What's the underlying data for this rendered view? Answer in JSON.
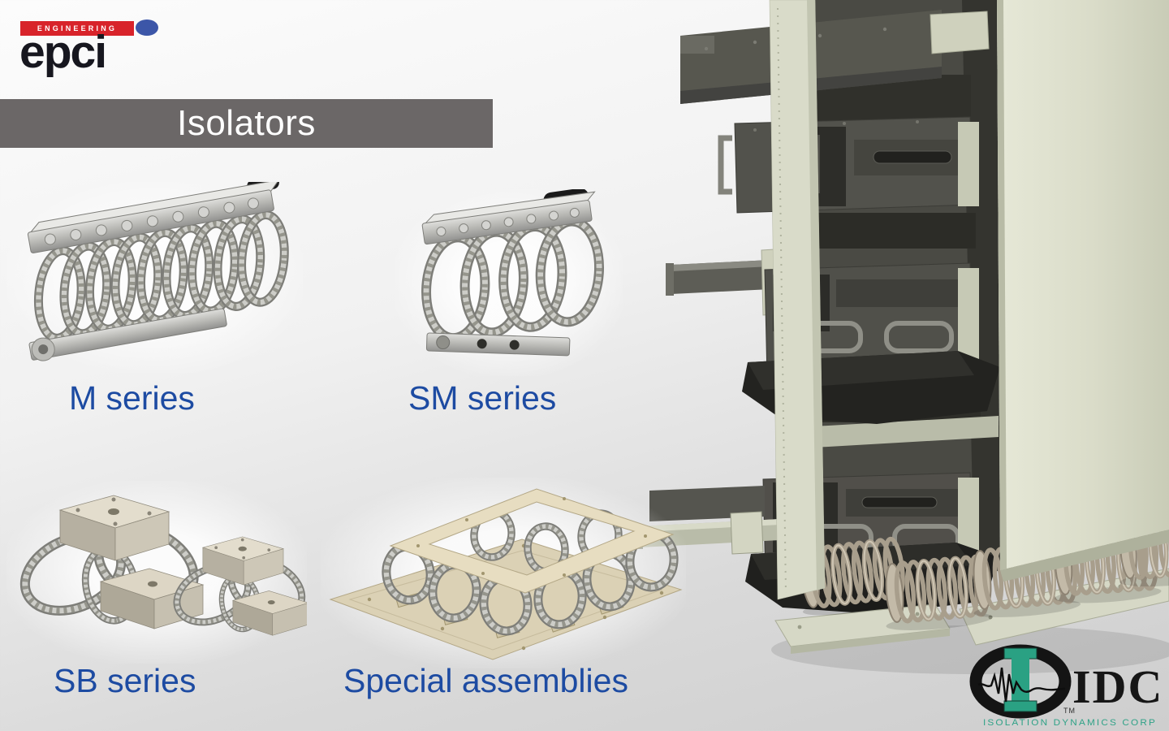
{
  "brand": {
    "engineering": "ENGINEERING",
    "name": "epci"
  },
  "banner": {
    "title": "Isolators"
  },
  "products": [
    {
      "id": "m-series",
      "label": "M series",
      "image": "wire-rope-isolator-long-bar"
    },
    {
      "id": "sm-series",
      "label": "SM series",
      "image": "wire-rope-isolator-compact"
    },
    {
      "id": "sb-series",
      "label": "SB series",
      "image": "wire-rope-isolator-block-pair"
    },
    {
      "id": "special-assemblies",
      "label": "Special assemblies",
      "image": "wire-rope-isolator-frame-assembly"
    }
  ],
  "hero_image": "electronics-rack-on-coil-isolators",
  "idc_logo": {
    "abbr": "IDC",
    "tm": "TM",
    "tagline": "ISOLATION DYNAMICS CORP"
  },
  "colors": {
    "accent_blue": "#1d4ba2",
    "banner_gray": "#6b6767",
    "brand_red": "#d8232a",
    "brand_dark": "#17171f",
    "brand_dot_blue": "#3c56a8",
    "idc_green": "#2fa287",
    "rack_sage": "#dde0cc"
  }
}
